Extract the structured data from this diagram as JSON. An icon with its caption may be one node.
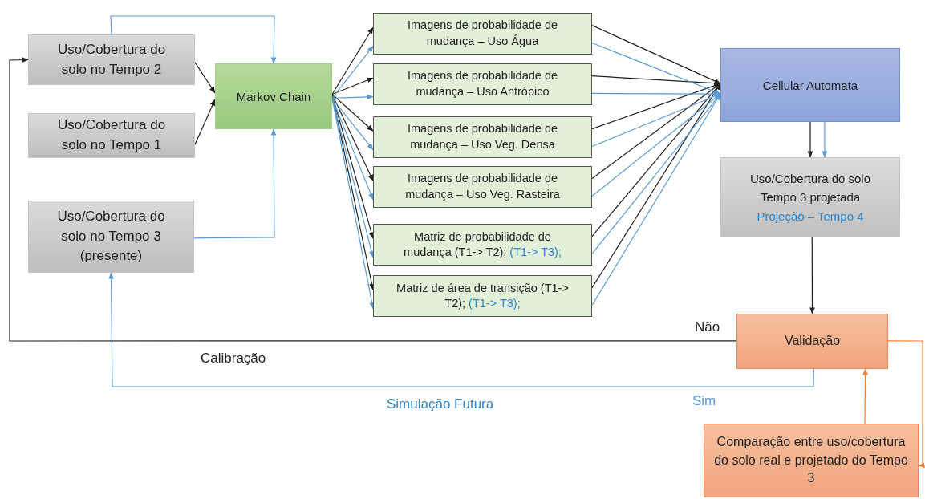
{
  "diagram": {
    "nodes": [
      {
        "text": [
          "Uso/Cobertura do solo no Tempo 2"
        ]
      },
      {
        "text": [
          "Uso/Cobertura do solo no Tempo 1"
        ]
      },
      {
        "text": [
          "Uso/Cobertura do solo no Tempo 3 (presente)"
        ]
      },
      {
        "text": [
          "Markov Chain"
        ]
      },
      {
        "text": [
          "Imagens de probabilidade de mudança – Uso Água"
        ]
      },
      {
        "text": [
          "Imagens de probabilidade de mudança – Uso Antrópico"
        ]
      },
      {
        "text": [
          "Imagens de probabilidade de mudança – Uso Veg. Densa"
        ]
      },
      {
        "text": [
          "Imagens de probabilidade de mudança – Uso Veg. Rasteira"
        ]
      },
      {
        "text": [
          "Matriz de probabilidade de mudança (T1-> T2);",
          "(T1-> T3);"
        ]
      },
      {
        "text": [
          "Matriz de área de transição (T1-> T2);",
          "(T1-> T3);"
        ]
      },
      {
        "text": [
          "Cellular Automata"
        ]
      },
      {
        "text": [
          "Uso/Cobertura do solo Tempo 3 projetada",
          "Projeção – Tempo 4"
        ]
      },
      {
        "text": [
          "Validação"
        ]
      },
      {
        "text": [
          "Comparação entre uso/cobertura do solo real e projetado do Tempo 3"
        ]
      }
    ],
    "edges": [
      {
        "from": 0,
        "to": 3,
        "arrow": "to"
      },
      {
        "from": 1,
        "to": 3,
        "arrow": "to"
      },
      {
        "from": 0,
        "to": 3,
        "arrow": "to",
        "color": "#5b9bd5"
      },
      {
        "from": 2,
        "to": 3,
        "arrow": "to",
        "color": "#5b9bd5"
      },
      {
        "from": 3,
        "to": 4,
        "arrow": "to"
      },
      {
        "from": 3,
        "to": 5,
        "arrow": "to"
      },
      {
        "from": 3,
        "to": 6,
        "arrow": "to"
      },
      {
        "from": 3,
        "to": 7,
        "arrow": "to"
      },
      {
        "from": 3,
        "to": 8,
        "arrow": "to"
      },
      {
        "from": 3,
        "to": 9,
        "arrow": "to"
      },
      {
        "from": 3,
        "to": 4,
        "arrow": "to",
        "color": "#5b9bd5"
      },
      {
        "from": 3,
        "to": 5,
        "arrow": "to",
        "color": "#5b9bd5"
      },
      {
        "from": 3,
        "to": 6,
        "arrow": "to",
        "color": "#5b9bd5"
      },
      {
        "from": 3,
        "to": 7,
        "arrow": "to",
        "color": "#5b9bd5"
      },
      {
        "from": 3,
        "to": 8,
        "arrow": "to",
        "color": "#5b9bd5"
      },
      {
        "from": 3,
        "to": 9,
        "arrow": "to",
        "color": "#5b9bd5"
      },
      {
        "from": 4,
        "to": 10,
        "arrow": "to"
      },
      {
        "from": 5,
        "to": 10,
        "arrow": "to"
      },
      {
        "from": 6,
        "to": 10,
        "arrow": "to"
      },
      {
        "from": 7,
        "to": 10,
        "arrow": "to"
      },
      {
        "from": 8,
        "to": 10,
        "arrow": "to"
      },
      {
        "from": 9,
        "to": 10,
        "arrow": "to"
      },
      {
        "from": 4,
        "to": 10,
        "arrow": "to",
        "color": "#5b9bd5"
      },
      {
        "from": 5,
        "to": 10,
        "arrow": "to",
        "color": "#5b9bd5"
      },
      {
        "from": 6,
        "to": 10,
        "arrow": "to",
        "color": "#5b9bd5"
      },
      {
        "from": 7,
        "to": 10,
        "arrow": "to",
        "color": "#5b9bd5"
      },
      {
        "from": 8,
        "to": 10,
        "arrow": "to",
        "color": "#5b9bd5"
      },
      {
        "from": 9,
        "to": 10,
        "arrow": "to",
        "color": "#5b9bd5"
      },
      {
        "from": 10,
        "to": 11,
        "arrow": "to"
      },
      {
        "from": 10,
        "to": 11,
        "arrow": "to",
        "color": "#5b9bd5"
      },
      {
        "from": 11,
        "to": 12,
        "arrow": "to"
      },
      {
        "from": 12,
        "to": 0,
        "arrow": "to",
        "label": "Não"
      },
      {
        "from": 12,
        "to": 2,
        "arrow": "to",
        "label": "Sim",
        "color": "#5b9bd5"
      },
      {
        "from": 13,
        "to": 12,
        "arrow": "to",
        "color": "#ed7d31"
      },
      {
        "from": 12,
        "to": 13,
        "arrow": "to",
        "color": "#ed7d31"
      }
    ],
    "labels": [
      "Calibração",
      "Simulação Futura"
    ]
  }
}
